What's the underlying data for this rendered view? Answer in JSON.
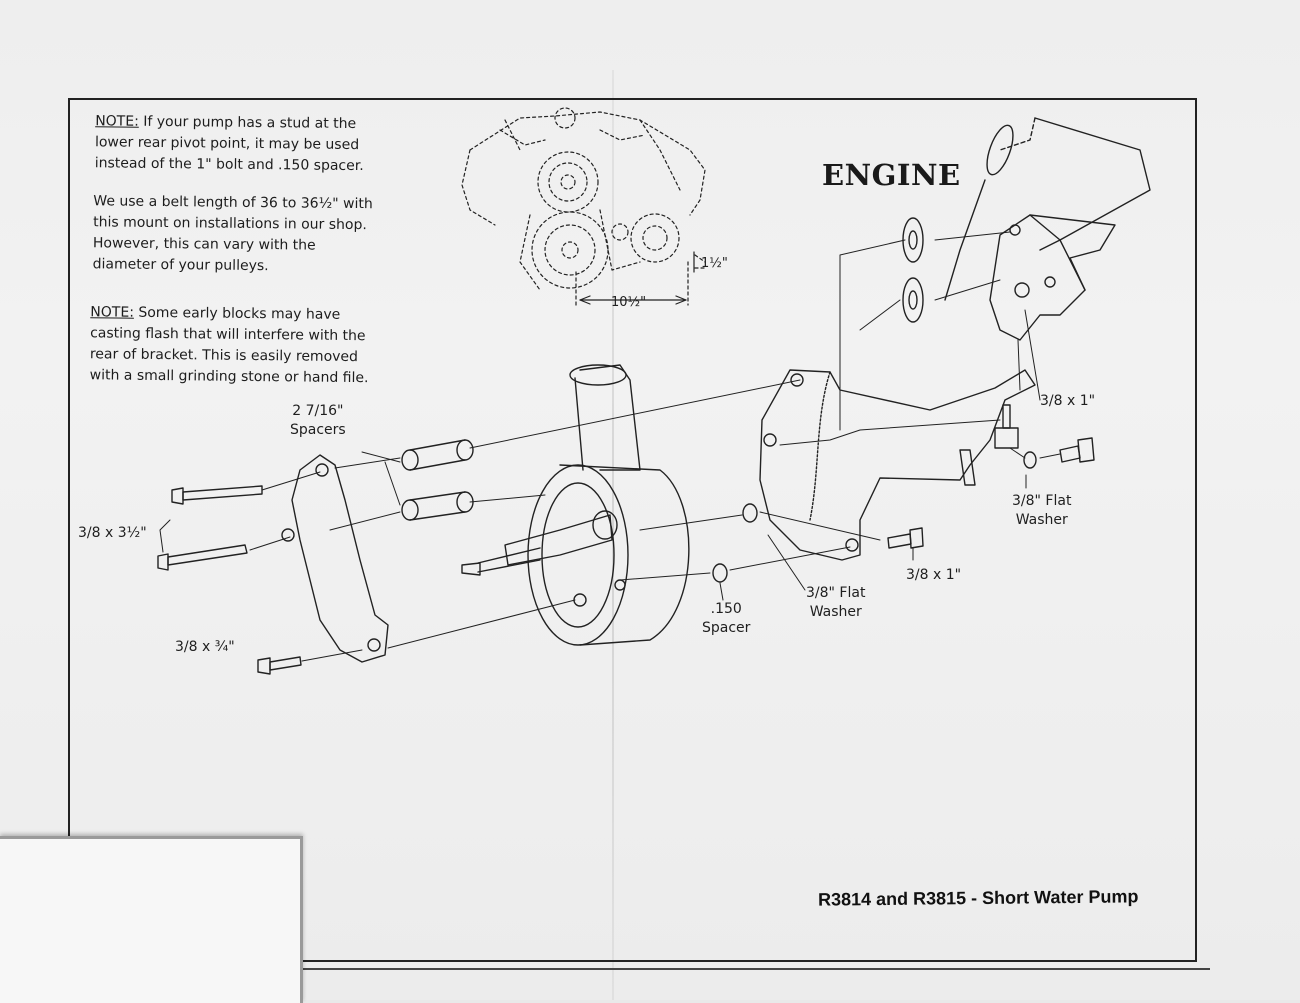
{
  "notes": {
    "note1_label": "NOTE:",
    "note1_text": " If your pump has a stud at the\nlower rear pivot point, it may be used\ninstead of the 1\" bolt and .150 spacer.",
    "note2_text": "We use a belt length of 36 to 36½\" with\nthis mount on installations in our shop.\nHowever, this can vary with the\ndiameter of your pulleys.",
    "note3_label": "NOTE:",
    "note3_text": " Some early blocks may have\ncasting flash that will interfere with the\nrear of bracket. This is easily removed\nwith a small grinding stone or hand file."
  },
  "diagram": {
    "engine_label": "ENGINE",
    "title": "R3814 and R3815 - Short Water Pump",
    "dimensions": {
      "vertical_offset": "1½\"",
      "horizontal_span": "10½\""
    },
    "callouts": {
      "spacers": "2 7/16\"\nSpacers",
      "bolt_long": "3/8 x 3½\"",
      "bolt_short": "3/8 x ¾\"",
      "bolt_top_right": "3/8 x 1\"",
      "washer_right": "3/8\" Flat\nWasher",
      "bolt_middle": "3/8 x 1\"",
      "washer_middle": "3/8\" Flat\nWasher",
      "spacer_150": ".150\nSpacer"
    }
  }
}
